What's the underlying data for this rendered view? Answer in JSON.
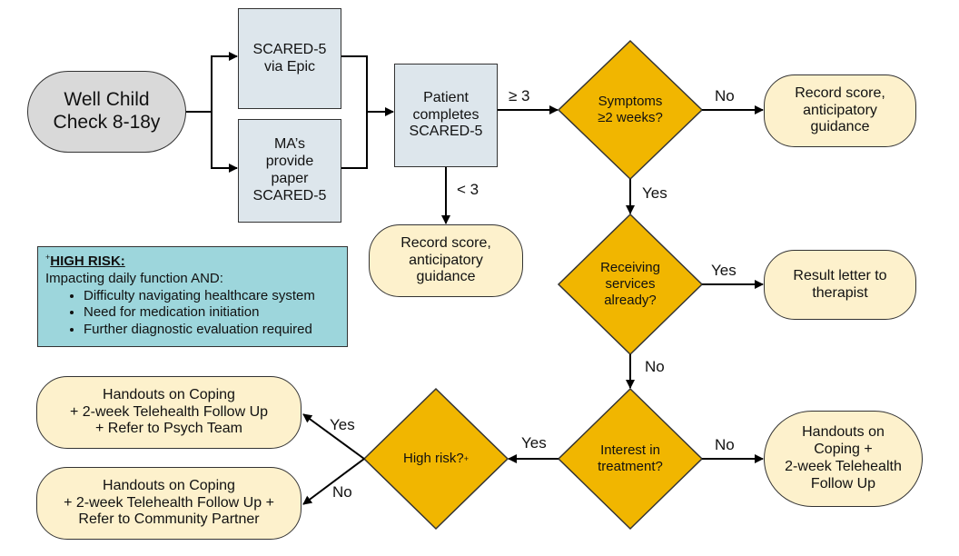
{
  "colors": {
    "start_fill": "#d9d9d9",
    "process_fill": "#dde6ec",
    "decision_fill": "#f1b600",
    "terminal_fill": "#fdf1cc",
    "legend_fill": "#9dd6dc",
    "line": "#000000"
  },
  "nodes": {
    "start": "Well Child\nCheck 8-18y",
    "epic": "SCARED-5\nvia Epic",
    "paper": "MA’s\nprovide\npaper\nSCARED-5",
    "patient": "Patient\ncompletes\nSCARED-5",
    "record_low": "Record score,\nanticipatory\nguidance",
    "record_short": "Record score,\nanticipatory\nguidance",
    "symptoms": "Symptoms\n≥2 weeks?",
    "receiving": "Receiving\nservices\nalready?",
    "result_letter": "Result letter to\ntherapist",
    "interest": "Interest in\ntreatment?",
    "handouts_basic": "Handouts on\nCoping +\n2-week Telehealth\nFollow Up",
    "high_risk": "High risk?",
    "handouts_psych": "Handouts on Coping\n+ 2-week Telehealth Follow Up\n+ Refer to Psych Team",
    "handouts_community": "Handouts on Coping\n+ 2-week Telehealth Follow Up +\nRefer to Community Partner"
  },
  "high_risk_marker": "+",
  "edge_labels": {
    "ge3": "≥ 3",
    "lt3": "< 3",
    "symptoms_no": "No",
    "symptoms_yes": "Yes",
    "receiving_yes": "Yes",
    "receiving_no": "No",
    "interest_yes": "Yes",
    "interest_no": "No",
    "highrisk_yes": "Yes",
    "highrisk_no": "No"
  },
  "legend": {
    "marker": "+",
    "title": "HIGH RISK:",
    "intro": "Impacting daily function AND:",
    "items": [
      "Difficulty navigating healthcare system",
      "Need for medication initiation",
      "Further diagnostic evaluation required"
    ]
  }
}
